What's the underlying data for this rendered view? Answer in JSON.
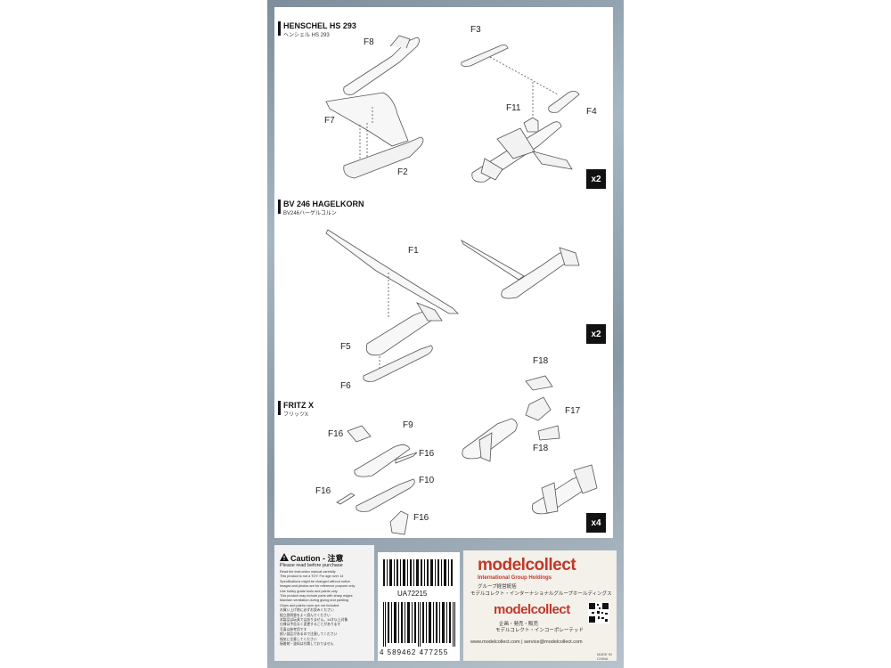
{
  "sections": [
    {
      "title": "HENSCHEL HS 293",
      "subtitle": "ヘンシェル HS 293",
      "multiplier": "x2",
      "parts": [
        "F8",
        "F3",
        "F7",
        "F11",
        "F4",
        "F2"
      ]
    },
    {
      "title": "BV 246 HAGELKORN",
      "subtitle": "BV246ハーゲルコルン",
      "multiplier": "x2",
      "parts": [
        "F1",
        "F5",
        "F6"
      ]
    },
    {
      "title": "FRITZ X",
      "subtitle": "フリッツX",
      "multiplier": "x4",
      "parts": [
        "F18",
        "F17",
        "F18",
        "F16",
        "F9",
        "F16",
        "F10",
        "F16",
        "F16"
      ]
    }
  ],
  "caution": {
    "heading": "Caution - 注意",
    "subheading": "Please read before purchase",
    "lines": [
      "Read the instruction manual carefully",
      "This product is not a TOY. For age over 14",
      "Specifications might be changed without notice",
      "Images and photos are for reference purpose only",
      "Use hobby grade tools and paints only",
      "This product may include parts with sharp edges",
      "Maintain ventilation during gluing and painting",
      "Glues and paints room are not included",
      "お買い上げ前に必ずお読みください",
      "組立説明書をよく読んでください",
      "本製品は玩具ではありません。14才以上対象",
      "仕様は予告なく変更することがあります",
      "写真は参考用です",
      "鋭い部品があるので注意してください",
      "換気に注意してください",
      "接着剤・塗料は付属しておりません"
    ]
  },
  "barcode": {
    "code": "UA72215",
    "number": "4 589462 477255"
  },
  "brand": {
    "logo": "modelcollect",
    "group": "International Group Holdings",
    "jp_line1": "グループ経営統括",
    "jp_line2": "モデルコレクト・インターナショナルグループホールディングス",
    "logo_small": "modelcollect",
    "jp_line3": "企画・発売・販売",
    "jp_line4": "モデルコレクト・インコーポレーテッド",
    "web": "www.modelcollect.com | service@modelcollect.com",
    "made_in": "MADE IN CHINA"
  }
}
